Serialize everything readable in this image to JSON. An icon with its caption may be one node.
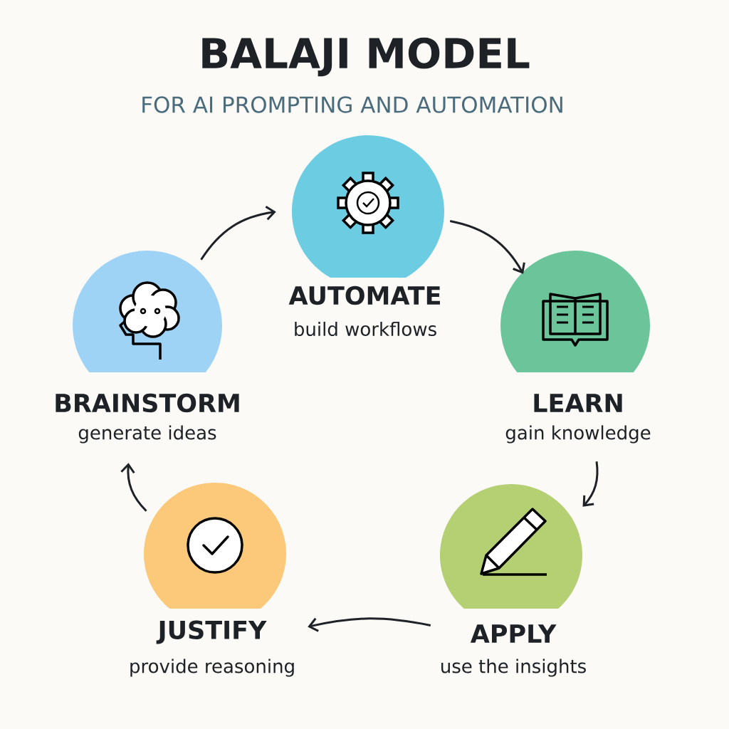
{
  "diagram": {
    "title": "BALAJI MODEL",
    "nodes": [
      {
        "text": [
          "AUTOMATE",
          "build workflows"
        ]
      },
      {
        "text": [
          "BRAINSTORM",
          "generate ideas"
        ]
      },
      {
        "text": [
          "LEARN",
          "gain knowledge"
        ]
      },
      {
        "text": [
          "JUSTIFY",
          "provide reasoning"
        ]
      },
      {
        "text": [
          "APPLY",
          "use the insights"
        ]
      }
    ],
    "edges": [
      {
        "from": 1,
        "to": 0,
        "arrow": "to"
      },
      {
        "from": 0,
        "to": 2,
        "arrow": "to"
      },
      {
        "from": 2,
        "to": 4,
        "arrow": "to"
      },
      {
        "from": 4,
        "to": 3,
        "arrow": "to"
      },
      {
        "from": 3,
        "to": 1,
        "arrow": "to"
      }
    ],
    "labels": [
      "FOR AI PROMPTING AND AUTOMATION"
    ]
  }
}
